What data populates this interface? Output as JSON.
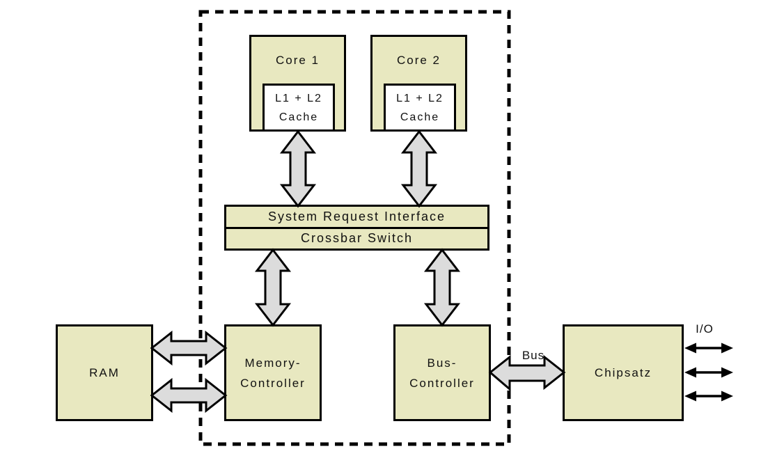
{
  "colors": {
    "background": "#ffffff",
    "box_fill": "#e8e8c0",
    "cache_fill": "#ffffff",
    "arrow_fill": "#dcdcdc",
    "outline": "#000000"
  },
  "cpu": {
    "cores": [
      {
        "label": "Core 1",
        "cache_line1": "L1 + L2",
        "cache_line2": "Cache"
      },
      {
        "label": "Core 2",
        "cache_line1": "L1 + L2",
        "cache_line2": "Cache"
      }
    ],
    "sri_label": "System Request Interface",
    "crossbar_label": "Crossbar Switch",
    "memory_controller": {
      "line1": "Memory-",
      "line2": "Controller"
    },
    "bus_controller": {
      "line1": "Bus-",
      "line2": "Controller"
    }
  },
  "external": {
    "ram_label": "RAM",
    "chipset_label": "Chipsatz",
    "bus_label": "Bus",
    "io_label": "I/O"
  }
}
